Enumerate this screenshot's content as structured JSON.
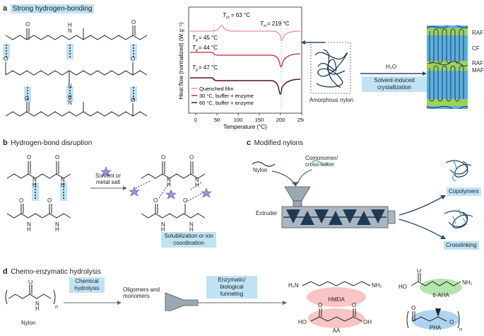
{
  "panel_a": {
    "letter": "a",
    "title": "Strong hydrogen-bonding",
    "chart": {
      "ylabel": "Heat flow (normalized) (W g⁻¹)",
      "xlabel": "Temperature (°C)",
      "xticks": [
        "0",
        "50",
        "100",
        "150",
        "200",
        "250"
      ],
      "annot_tg1": "T",
      "annot_tg1_val": " = 45 °C",
      "annot_tcc": " = 63 °C",
      "annot_tm": " = 219 °C",
      "annot_tg2_val": " = 44 °C",
      "annot_tg3_val": " = 47 °C",
      "sub_g": "g",
      "sub_cc": "cc",
      "sub_m": "m",
      "legend": [
        "Quenched film",
        "30 °C, buffer + enzyme",
        "60 °C, buffer + enzyme"
      ],
      "colors": [
        "#f08a8a",
        "#c8242c",
        "#5a0e12"
      ]
    },
    "amorphous_label": "Amorphous nylon",
    "water": "H₂O",
    "sic_box": "Solvent-induced crystallization",
    "crystal_labels": [
      "RAF",
      "CF",
      "RAF",
      "MAF"
    ]
  },
  "panel_b": {
    "letter": "b",
    "title": "Hydrogen-bond disruption",
    "reagent": "Solvent or metal salt",
    "result_box": "Solubilization or ion coordination"
  },
  "panel_c": {
    "letter": "c",
    "title": "Modified nylons",
    "nylon": "Nylon",
    "comonomer": "Comonomer/ cross-linker",
    "extruder": "Extruder",
    "copolymers": "Copolymers",
    "crosslinking": "Crosslinking"
  },
  "panel_d": {
    "letter": "d",
    "title": "Chemo-enzymatic hydrolysis",
    "nylon": "Nylon",
    "chem_box": "Chemical hydrolysis",
    "oligomers": "Oligomers and monomers",
    "enz_box": "Enzymatic/ biological funneling",
    "hmda": "HMDA",
    "aa": "AA",
    "aha": "6-AHA",
    "pha": "PHA",
    "h2n": "H₂N",
    "nh2": "NH₂",
    "ho": "HO",
    "oh": "OH",
    "o": "O",
    "n": "n"
  }
}
